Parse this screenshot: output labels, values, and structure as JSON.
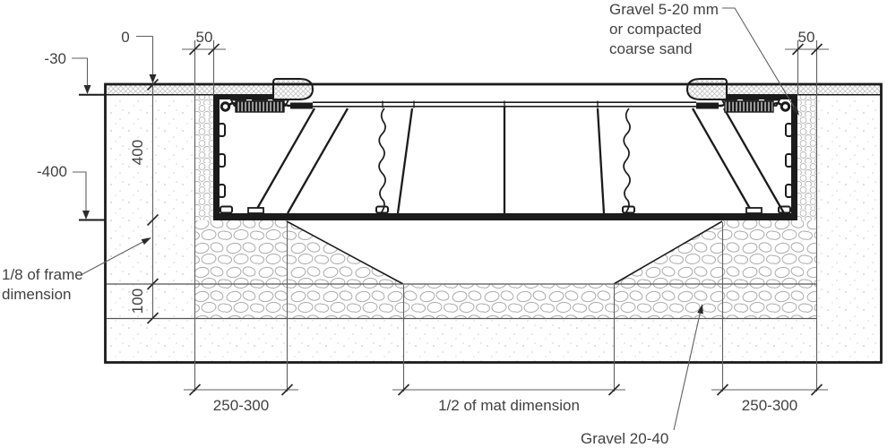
{
  "drawing": {
    "type": "installation-cross-section",
    "labels": {
      "levels": {
        "zero": "0",
        "minus30": "-30",
        "minus400": "-400"
      },
      "vertical_dims": {
        "pit_depth": "400",
        "base_layer": "100"
      },
      "top_dims": {
        "left_gap": "50",
        "right_gap": "50"
      },
      "bottom_dims": {
        "left_bearing": "250-300",
        "center": "1/2 of mat dimension",
        "right_bearing": "250-300"
      },
      "notes": {
        "fine_gravel": [
          "Gravel 5-20 mm",
          "or compacted",
          "coarse sand"
        ],
        "coarse_gravel": "Gravel 20-40",
        "wedge": [
          "1/8 of frame",
          "dimension"
        ]
      }
    },
    "colors": {
      "background": "#ffffff",
      "structure_line": "#1b1b1b",
      "dimension_line": "#5f5f5f",
      "tick_mark": "#2b2b2b",
      "hatch": "#c2c2c2",
      "text": "#414143"
    }
  }
}
